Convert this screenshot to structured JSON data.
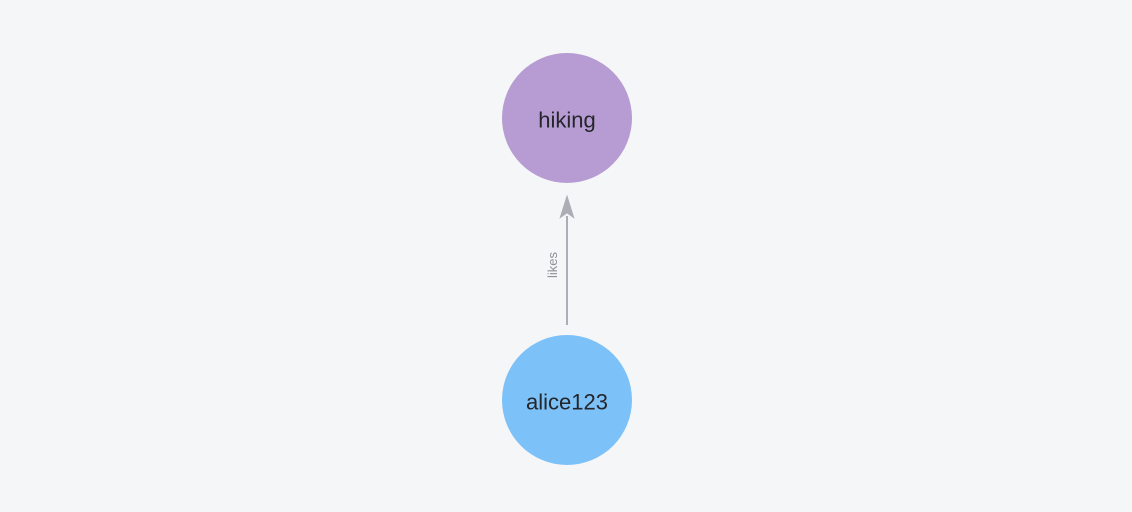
{
  "canvas": {
    "background": "#f5f6f7"
  },
  "graph": {
    "nodes": [
      {
        "label": "hiking",
        "color": "#b79cd4",
        "label_color": "#242629"
      },
      {
        "label": "alice123",
        "color": "#7dc1f9",
        "label_color": "#242629"
      }
    ],
    "edges": [
      {
        "label": "likes",
        "from": "alice123",
        "to": "hiking",
        "color": "#abaeb5",
        "label_color": "#8d9198",
        "direction": "up"
      }
    ]
  }
}
